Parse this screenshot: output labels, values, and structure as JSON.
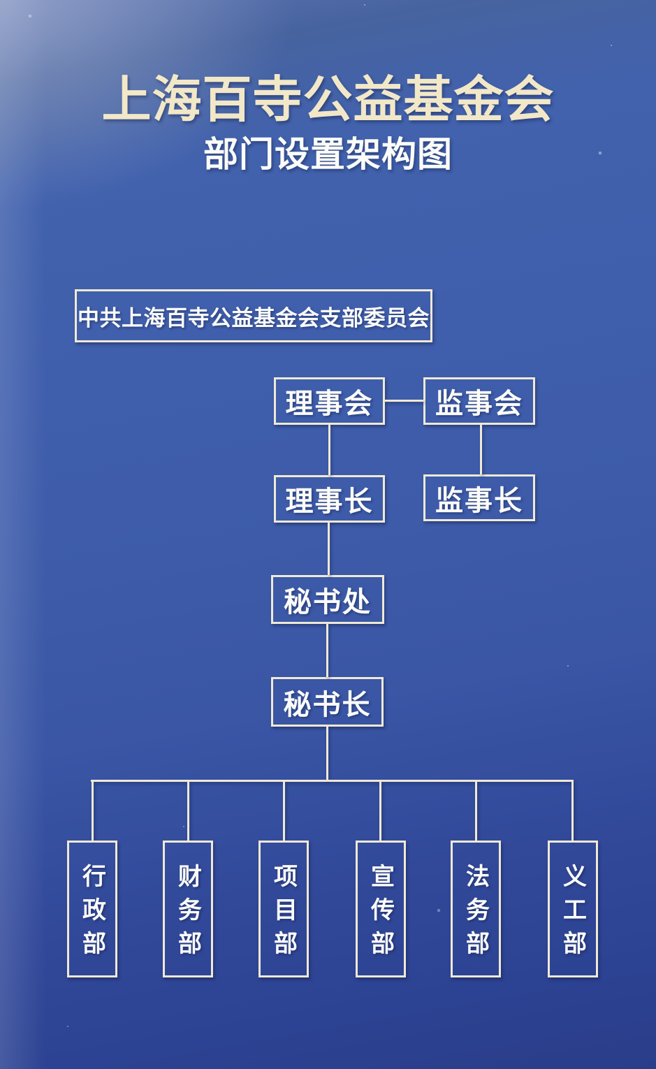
{
  "header": {
    "title": "上海百寺公益基金会",
    "subtitle": "部门设置架构图"
  },
  "party_committee": {
    "label": "中共上海百寺公益基金会支部委员会"
  },
  "nodes": {
    "council": {
      "label": "理事会"
    },
    "supervisory_board": {
      "label": "监事会"
    },
    "chairman": {
      "label": "理事长"
    },
    "chief_supervisor": {
      "label": "监事长"
    },
    "secretariat": {
      "label": "秘书处"
    },
    "secretary_general": {
      "label": "秘书长"
    }
  },
  "departments": [
    {
      "label": "行政部"
    },
    {
      "label": "财务部"
    },
    {
      "label": "项目部"
    },
    {
      "label": "宣传部"
    },
    {
      "label": "法务部"
    },
    {
      "label": "义工部"
    }
  ],
  "structure": {
    "edges": [
      [
        "理事会",
        "监事会"
      ],
      [
        "理事会",
        "理事长"
      ],
      [
        "监事会",
        "监事长"
      ],
      [
        "理事长",
        "秘书处"
      ],
      [
        "秘书处",
        "秘书长"
      ],
      [
        "秘书长",
        "行政部"
      ],
      [
        "秘书长",
        "财务部"
      ],
      [
        "秘书长",
        "项目部"
      ],
      [
        "秘书长",
        "宣传部"
      ],
      [
        "秘书长",
        "法务部"
      ],
      [
        "秘书长",
        "义工部"
      ]
    ]
  },
  "colors": {
    "background_blue": "#3d5cab",
    "background_dark": "#2a3d8a",
    "line_cream": "#efe9d6",
    "title_cream": "#f2e8c8",
    "text_white": "#fcfcf8"
  }
}
